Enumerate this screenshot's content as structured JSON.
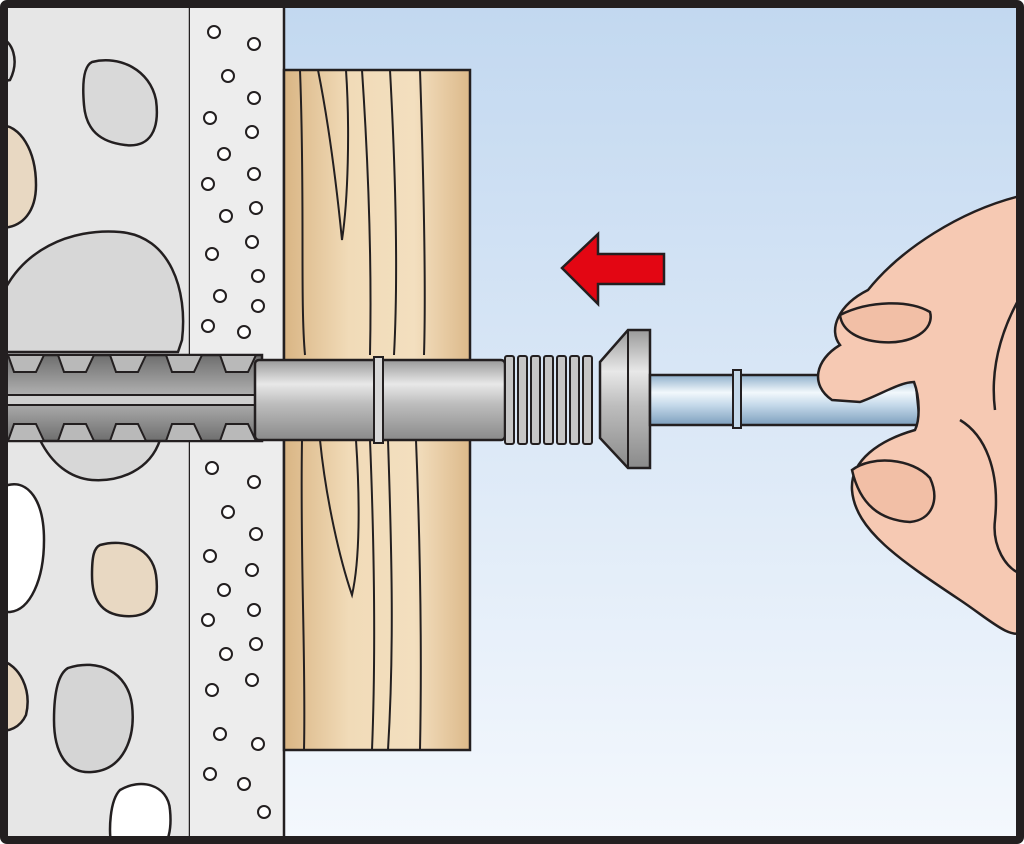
{
  "illustration": {
    "step": "fixing-insertion",
    "layers": [
      "concrete-wall",
      "plaster-layer",
      "timber-fixture"
    ],
    "fastener": {
      "dowel": "plastic-expansion-plug",
      "collar": "countersunk-head",
      "nail": "hammer-screw"
    },
    "direction_arrow": {
      "meaning": "push-in",
      "direction": "left"
    },
    "colors": {
      "frame": "#231f20",
      "sky_top": "#c2d8f0",
      "sky_bottom": "#f4f8fd",
      "concrete": "#e6e6e6",
      "plaster": "#ededed",
      "wood_light": "#f1dbb8",
      "wood_dark": "#d9b584",
      "dowel": "#9b9b9b",
      "sleeve": "#cfcfcf",
      "nail": "#c9dcec",
      "arrow": "#e30613",
      "skin": "#f6c9b3"
    },
    "icons": [
      "arrow-left-icon",
      "hand-icon"
    ]
  }
}
